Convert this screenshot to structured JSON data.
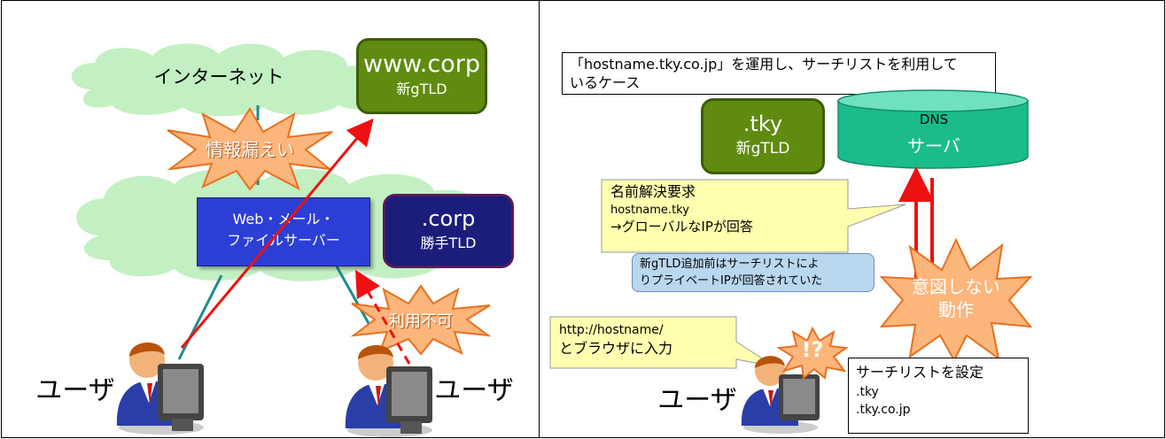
{
  "left": {
    "internet_label": "インターネット",
    "www_corp": {
      "line1": "www.corp",
      "line2": "新gTLD"
    },
    "leak_label": "情報漏えい",
    "server": {
      "line1": "Web・メール・",
      "line2": "ファイルサーバー"
    },
    "corp": {
      "line1": ".corp",
      "line2": "勝手TLD"
    },
    "unusable_label": "利用不可",
    "user_left": "ユーザ",
    "user_right": "ユーザ"
  },
  "right": {
    "case_note": {
      "line1": "「hostname.tky.co.jp」を運用し、サーチリストを利用して",
      "line2": "いるケース"
    },
    "tky": {
      "line1": ".tky",
      "line2": "新gTLD"
    },
    "dns": {
      "line1": "DNS",
      "line2": "サーバ"
    },
    "resolve_callout": {
      "line1": "名前解決要求",
      "line2": "hostname.tky",
      "line3": "→グローバルなIPが回答"
    },
    "before_note": {
      "line1": "新gTLD追加前はサーチリストによ",
      "line2": "りプライベートIPが回答されていた"
    },
    "unintended": {
      "line1": "意図しない",
      "line2": "動作"
    },
    "url_callout": {
      "line1": "http://hostname/",
      "line2": "とブラウザに入力"
    },
    "alert_mark": "!?",
    "user_label": "ユーザ",
    "searchlist": {
      "title": "サーチリストを設定",
      "item1": ".tky",
      "item2": ".tky.co.jp"
    }
  },
  "colors": {
    "cloud": "#c3f0c3",
    "green_box": "#5f8c10",
    "navy_box": "#1c1c7a",
    "server_box": "#2b3ed6",
    "dns_cylinder": "#1abc8c",
    "burst": "#fcb57a",
    "arrow_red": "#ee1111",
    "callout_yellow": "#ffffb0",
    "note_blue": "#b9d8f0"
  }
}
